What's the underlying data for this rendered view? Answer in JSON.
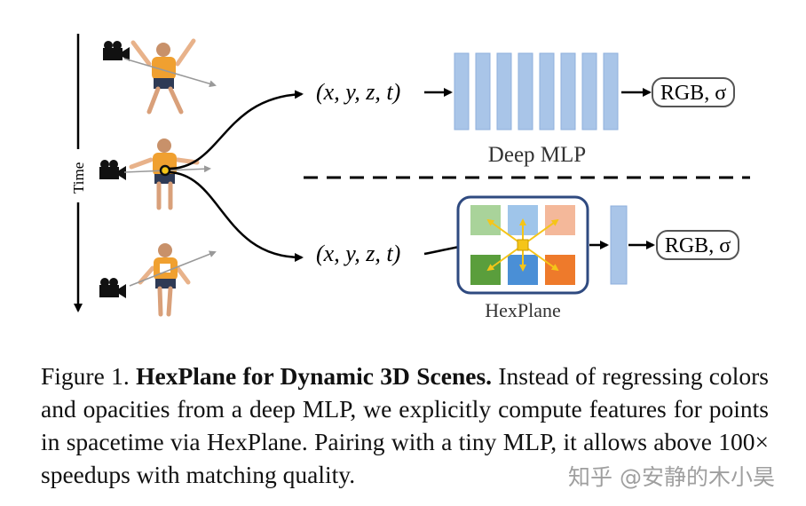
{
  "figure": {
    "time_label": "Time",
    "top_input": "(x, y, z, t)",
    "bottom_input": "(x, y, z, t)",
    "top_output": "RGB, σ",
    "bottom_output": "RGB, σ",
    "deep_mlp_label": "Deep MLP",
    "hexplane_label": "HexPlane",
    "colors": {
      "mlp_bar": "#a9c5e8",
      "mlp_bar_border": "#8fb0dc",
      "hexplane_border": "#2f4a80",
      "plane_light_green": "#a9d39a",
      "plane_light_blue": "#9fc5ea",
      "plane_light_orange": "#f4b89a",
      "plane_green": "#5a9e3c",
      "plane_blue": "#4a8fd6",
      "plane_orange": "#ee7a2b",
      "sample_point": "#f5c518"
    },
    "icons": [
      "camera-icon",
      "person-figure"
    ]
  },
  "caption": {
    "prefix": "Figure 1. ",
    "title": "HexPlane for Dynamic 3D Scenes.",
    "body": " Instead of regressing colors and opacities from a deep MLP, we explicitly compute features for points in spacetime via HexPlane. Pairing with a tiny MLP, it allows above 100× speedups with matching quality."
  },
  "watermark": "知乎 @安静的木小昊"
}
